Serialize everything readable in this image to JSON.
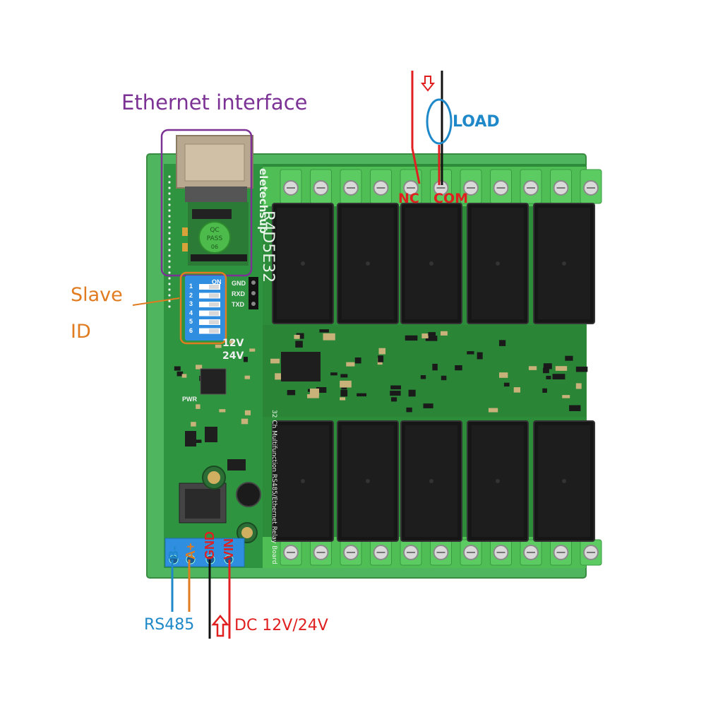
{
  "annotations": {
    "ethernet": "Ethernet interface",
    "slave_id_line1": "Slave",
    "slave_id_line2": "ID",
    "load": "LOAD",
    "nc": "NC",
    "com": "COM",
    "rs485": "RS485",
    "dc_power": "DC 12V/24V"
  },
  "terminals": {
    "b_minus": "B-",
    "a_plus": "A+",
    "gnd": "GND",
    "vin": "VIN"
  },
  "board": {
    "brand": "eletechsup",
    "model": "R4D5E32",
    "description": "32 Ch Multifunction RS485/Ethernet Relay Board",
    "uart_labels": [
      "GND",
      "RXD",
      "TXD"
    ],
    "dip_numbers": [
      "1",
      "2",
      "3",
      "4",
      "5",
      "6"
    ],
    "dip_on": "ON",
    "voltage_12": "12V",
    "voltage_24": "24V",
    "qc_stamp": [
      "QC",
      "PASS",
      "06"
    ],
    "pwr": "PWR"
  },
  "colors": {
    "purple": "#7b3294",
    "orange": "#e07b20",
    "blue": "#1e88c8",
    "red": "#e02020",
    "black": "#111111",
    "pcb_green": "#2f8f3a",
    "rail_green": "#49b55a",
    "terminal_green": "#4fbf55",
    "relay_black": "#161616",
    "connector_blue": "#2f8ee0"
  }
}
